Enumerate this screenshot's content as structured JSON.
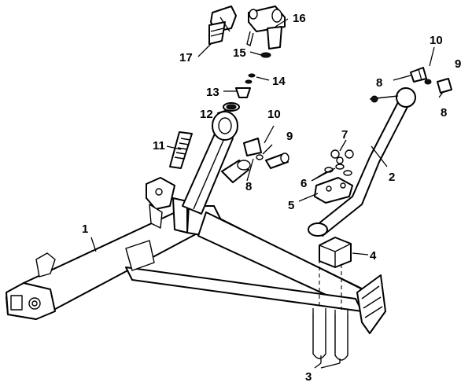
{
  "callouts": {
    "c1": "1",
    "c2": "2",
    "c3": "3",
    "c4": "4",
    "c5": "5",
    "c6": "6",
    "c7": "7",
    "c8a": "8",
    "c8b": "8",
    "c8c": "8",
    "c9a": "9",
    "c9b": "9",
    "c10a": "10",
    "c10b": "10",
    "c11": "11",
    "c12": "12",
    "c13": "13",
    "c14": "14",
    "c15": "15",
    "c16": "16",
    "c17": "17"
  },
  "colors": {
    "ink": "#000000",
    "paper": "#ffffff"
  }
}
